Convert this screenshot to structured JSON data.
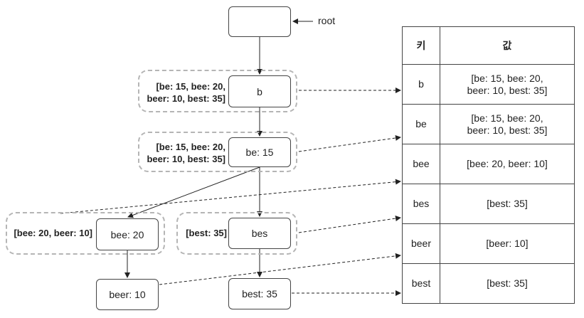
{
  "root_label": "root",
  "nodes": {
    "b": "b",
    "be": "be: 15",
    "bee": "bee: 20",
    "bes": "bes",
    "beer": "beer: 10",
    "best": "best: 35"
  },
  "groups": {
    "b_line1": "[be: 15, bee: 20,",
    "b_line2": "beer: 10, best: 35]",
    "be_line1": "[be: 15, bee: 20,",
    "be_line2": "beer: 10, best: 35]",
    "bee": "[bee: 20, beer: 10]",
    "bes": "[best: 35]"
  },
  "table": {
    "header_key": "키",
    "header_value": "값",
    "rows": [
      {
        "key": "b",
        "value_line1": "[be: 15, bee: 20,",
        "value_line2": "beer: 10, best: 35]"
      },
      {
        "key": "be",
        "value_line1": "[be: 15, bee: 20,",
        "value_line2": "beer: 10, best: 35]"
      },
      {
        "key": "bee",
        "value_line1": "[bee: 20, beer: 10]",
        "value_line2": ""
      },
      {
        "key": "bes",
        "value_line1": "[best: 35]",
        "value_line2": ""
      },
      {
        "key": "beer",
        "value_line1": "[beer: 10]",
        "value_line2": ""
      },
      {
        "key": "best",
        "value_line1": "[best: 35]",
        "value_line2": ""
      }
    ]
  }
}
